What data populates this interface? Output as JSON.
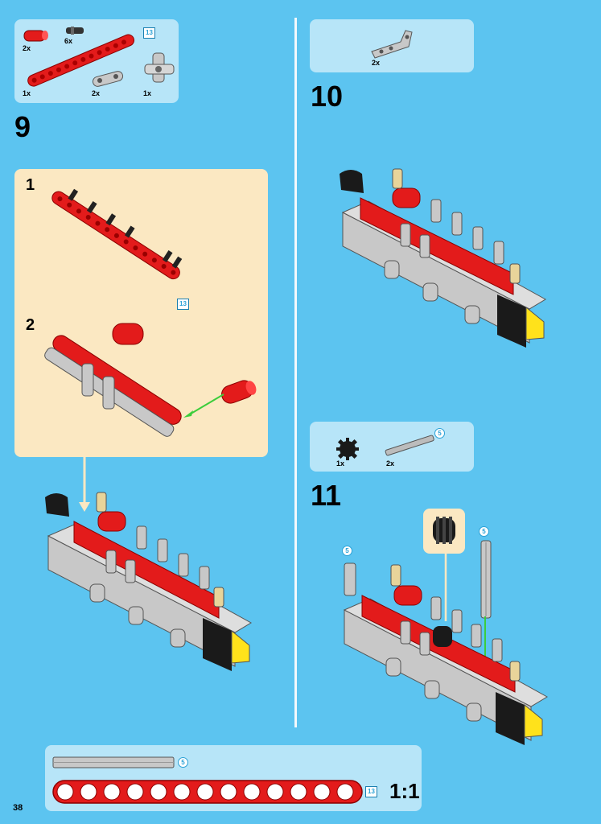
{
  "page": {
    "number": "38"
  },
  "step9": {
    "number": "9",
    "parts": [
      {
        "qty": "2x"
      },
      {
        "qty": "6x"
      },
      {
        "qty": "1x",
        "length": "13"
      },
      {
        "qty": "2x"
      },
      {
        "qty": "1x"
      }
    ],
    "sub1": {
      "label": "1",
      "length": "13"
    },
    "sub2": {
      "label": "2"
    }
  },
  "step10": {
    "number": "10",
    "parts": [
      {
        "qty": "2x"
      }
    ]
  },
  "step11": {
    "number": "11",
    "parts": [
      {
        "qty": "1x"
      },
      {
        "qty": "2x",
        "length": "5"
      }
    ],
    "callouts": {
      "left": "5",
      "right": "5"
    }
  },
  "scale_panel": {
    "axle_length": "5",
    "beam_length": "13",
    "scale": "1:1"
  },
  "colors": {
    "background": "#5cc4f0",
    "panel": "#b7e5f8",
    "subassembly_panel": "#fbe8c2",
    "brick_red": "#e31b1b",
    "light_gray": "#c8c8c8",
    "black": "#1a1a1a",
    "yellow": "#ffe21b",
    "tan": "#e8d49a"
  }
}
